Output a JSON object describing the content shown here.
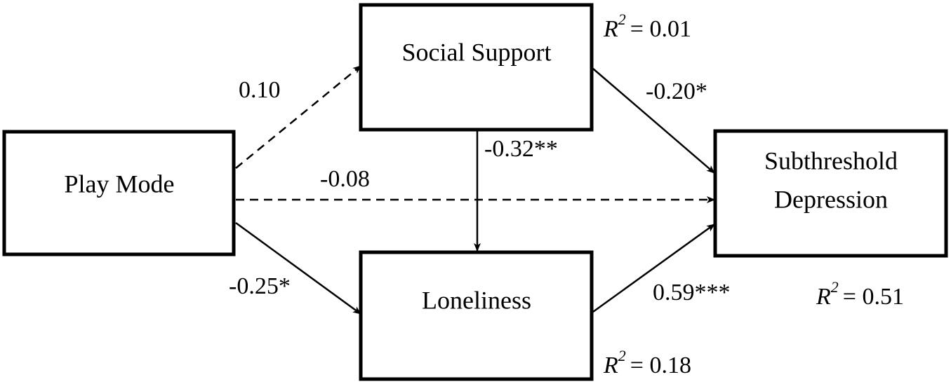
{
  "colors": {
    "stroke": "#000000",
    "background": "#ffffff"
  },
  "nodes": {
    "play_mode": {
      "lines": [
        "Play Mode"
      ]
    },
    "social_support": {
      "lines": [
        "Social Support"
      ]
    },
    "loneliness": {
      "lines": [
        "Loneliness"
      ]
    },
    "subthreshold_depression": {
      "lines": [
        "Subthreshold",
        "Depression"
      ]
    }
  },
  "edges": {
    "play_to_social": {
      "coefficient": "0.10",
      "style": "dashed"
    },
    "play_to_depression": {
      "coefficient": "-0.08",
      "style": "dashed"
    },
    "play_to_loneliness": {
      "coefficient": "-0.25*",
      "style": "solid"
    },
    "social_to_loneliness": {
      "coefficient": "-0.32**",
      "style": "solid"
    },
    "social_to_depression": {
      "coefficient": "-0.20*",
      "style": "solid"
    },
    "loneliness_to_depression": {
      "coefficient": "0.59***",
      "style": "solid"
    }
  },
  "r_squared": {
    "symbol": "R",
    "exponent": "2",
    "social_support": "= 0.01",
    "loneliness": "= 0.18",
    "subthreshold_depression": "= 0.51"
  }
}
